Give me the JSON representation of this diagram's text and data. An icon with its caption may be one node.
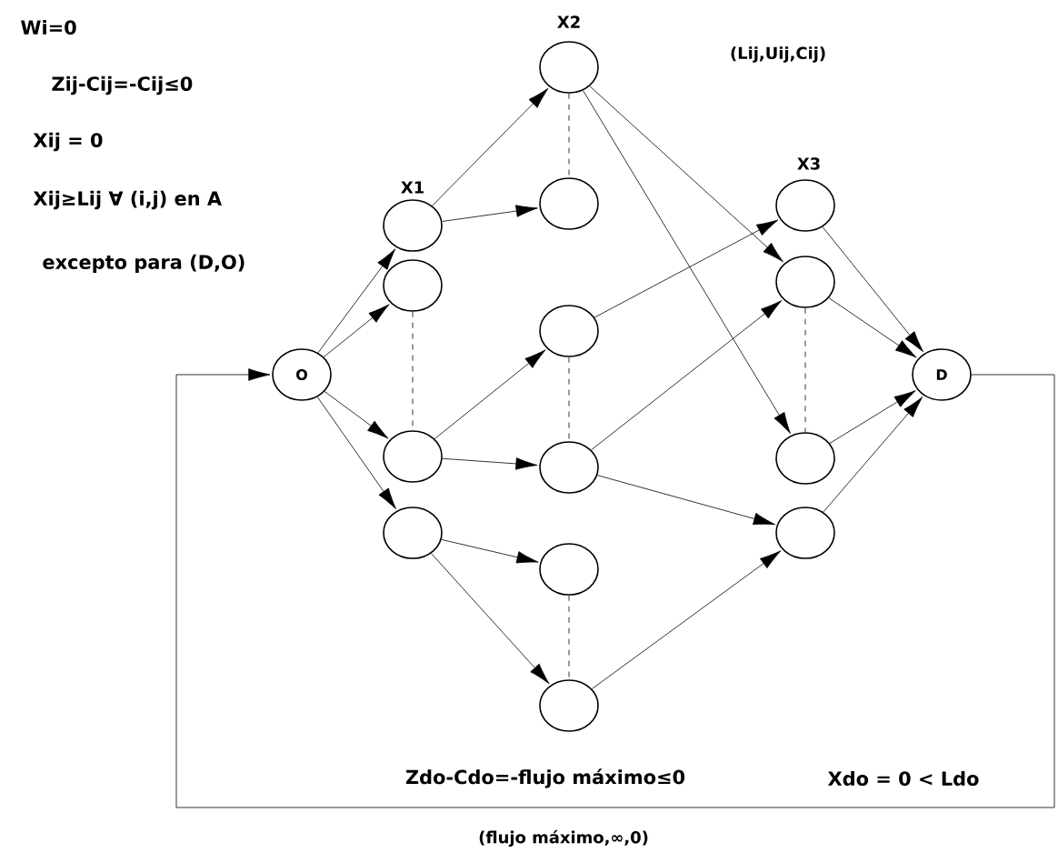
{
  "diagram": {
    "nodes": [
      {
        "text": [
          "O"
        ]
      },
      {
        "text": [],
        "shape": "circle"
      },
      {
        "text": [],
        "shape": "circle"
      },
      {
        "text": [],
        "shape": "circle"
      },
      {
        "text": [],
        "shape": "circle"
      },
      {
        "text": [],
        "shape": "circle"
      },
      {
        "text": [],
        "shape": "circle"
      },
      {
        "text": [],
        "shape": "circle"
      },
      {
        "text": [],
        "shape": "circle"
      },
      {
        "text": [],
        "shape": "circle"
      },
      {
        "text": [],
        "shape": "circle"
      },
      {
        "text": [],
        "shape": "circle"
      },
      {
        "text": [],
        "shape": "circle"
      },
      {
        "text": [],
        "shape": "circle"
      },
      {
        "text": [],
        "shape": "circle"
      },
      {
        "text": [
          "D"
        ]
      }
    ],
    "edges": [
      {
        "from": 0,
        "to": 1,
        "arrow": "to"
      },
      {
        "from": 0,
        "to": 2,
        "arrow": "to"
      },
      {
        "from": 0,
        "to": 3,
        "arrow": "to"
      },
      {
        "from": 0,
        "to": 4,
        "arrow": "to"
      },
      {
        "from": 2,
        "to": 3,
        "arrow": "none",
        "style": "dashed"
      },
      {
        "from": 1,
        "to": 5,
        "arrow": "to"
      },
      {
        "from": 1,
        "to": 6,
        "arrow": "to"
      },
      {
        "from": 3,
        "to": 7,
        "arrow": "to"
      },
      {
        "from": 3,
        "to": 8,
        "arrow": "to"
      },
      {
        "from": 4,
        "to": 9,
        "arrow": "to"
      },
      {
        "from": 4,
        "to": 10,
        "arrow": "to"
      },
      {
        "from": 5,
        "to": 6,
        "arrow": "none",
        "style": "dashed"
      },
      {
        "from": 7,
        "to": 8,
        "arrow": "none",
        "style": "dashed"
      },
      {
        "from": 9,
        "to": 10,
        "arrow": "none",
        "style": "dashed"
      },
      {
        "from": 5,
        "to": 12,
        "arrow": "to"
      },
      {
        "from": 5,
        "to": 13,
        "arrow": "to"
      },
      {
        "from": 7,
        "to": 11,
        "arrow": "to"
      },
      {
        "from": 8,
        "to": 12,
        "arrow": "to"
      },
      {
        "from": 8,
        "to": 14,
        "arrow": "to"
      },
      {
        "from": 10,
        "to": 14,
        "arrow": "to"
      },
      {
        "from": 12,
        "to": 13,
        "arrow": "none",
        "style": "dashed"
      },
      {
        "from": 11,
        "to": 15,
        "arrow": "to"
      },
      {
        "from": 12,
        "to": 15,
        "arrow": "to"
      },
      {
        "from": 13,
        "to": 15,
        "arrow": "to"
      },
      {
        "from": 14,
        "to": 15,
        "arrow": "to"
      },
      {
        "from": 15,
        "to": 0,
        "arrow": "to",
        "label": "(flujo máximo,∞,0)"
      }
    ],
    "labels": [
      "Wi=0",
      "X2",
      "(Lij,Uij,Cij)",
      "Zij-Cij=-Cij≤0",
      "Xij = 0",
      "X1",
      "X3",
      "Xij≥Lij   ∀   (i,j) en A",
      "excepto para (D,O)",
      "Zdo-Cdo=-flujo máximo≤0",
      "Xdo = 0 < Ldo"
    ]
  }
}
